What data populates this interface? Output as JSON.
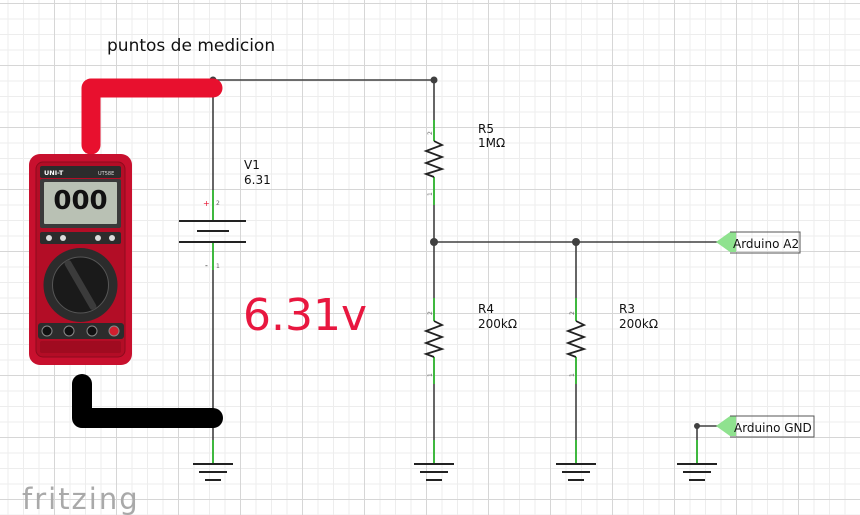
{
  "diagram": {
    "heading": "puntos de medicion",
    "big_voltage": "6.31v",
    "branding": "fritzing",
    "components": {
      "v1": {
        "name": "V1",
        "value": "6.31",
        "pin_plus": "+",
        "pin_2": "2",
        "pin_minus": "-",
        "pin_1": "1"
      },
      "r5": {
        "name": "R5",
        "value": "1MΩ",
        "pin_top": "2",
        "pin_bottom": "1"
      },
      "r4": {
        "name": "R4",
        "value": "200kΩ",
        "pin_top": "2",
        "pin_bottom": "1"
      },
      "r3": {
        "name": "R3",
        "value": "200kΩ",
        "pin_top": "2",
        "pin_bottom": "1"
      }
    },
    "net_labels": {
      "a2": "Arduino A2",
      "gnd": "Arduino GND"
    },
    "multimeter": {
      "brand": "UNI-T",
      "model": "UT58E",
      "display": "000"
    },
    "colors": {
      "probe_red": "#e8102e",
      "probe_black": "#000000",
      "wire": "#404040",
      "pin_green": "#3fb83f",
      "voltage_text": "#e8173f",
      "meter_body": "#c8102e"
    }
  }
}
